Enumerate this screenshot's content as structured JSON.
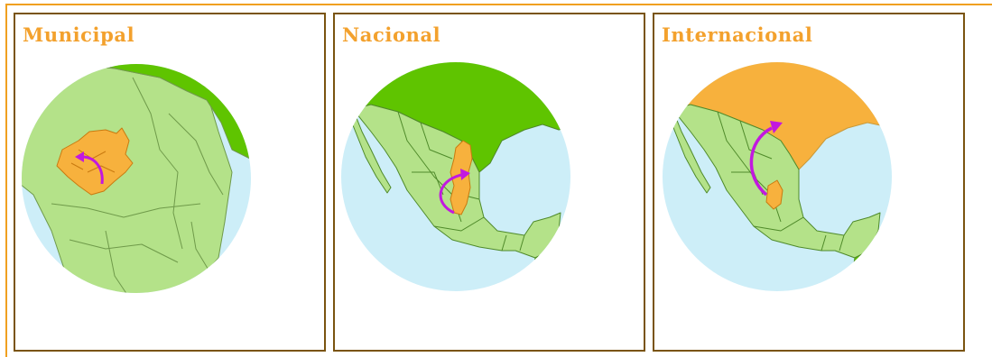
{
  "colors": {
    "frame_orange": "#f0a020",
    "panel_border": "#7a5410",
    "title_orange": "#f3a12d",
    "ocean": "#cdeef8",
    "land": "#b4e289",
    "land_dark": "#5fc400",
    "highlight": "#f7b13d",
    "arrow": "#c218e0"
  },
  "panels": [
    {
      "title": "Municipal",
      "map_icon": "municipal-zoom-map"
    },
    {
      "title": "Nacional",
      "map_icon": "national-map"
    },
    {
      "title": "Internacional",
      "map_icon": "international-map"
    }
  ]
}
